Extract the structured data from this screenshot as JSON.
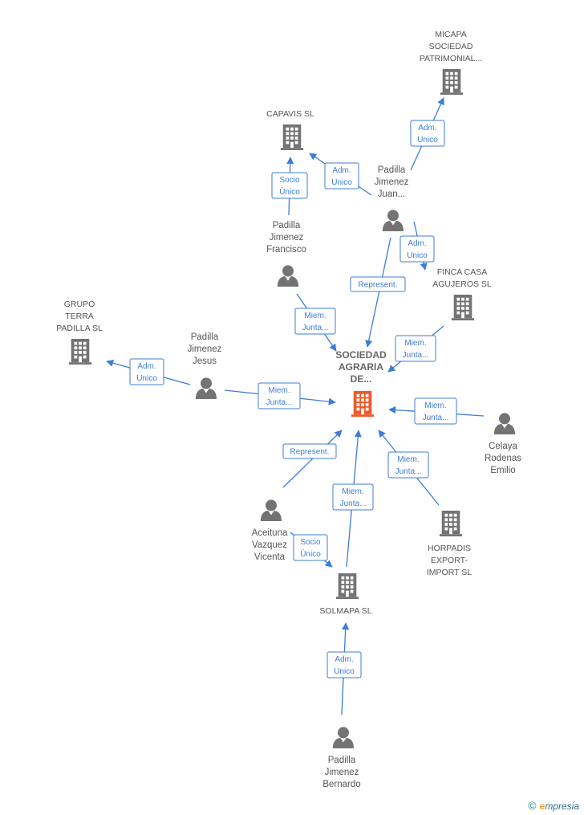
{
  "nodes": [
    {
      "id": "main",
      "type": "company",
      "main": true,
      "lines": [
        "SOCIEDAD",
        "AGRARIA",
        "DE..."
      ]
    },
    {
      "id": "micapa",
      "type": "company",
      "lines": [
        "MICAPA",
        "SOCIEDAD",
        "PATRIMONIAL..."
      ]
    },
    {
      "id": "capavis",
      "type": "company",
      "lines": [
        "CAPAVIS  SL"
      ]
    },
    {
      "id": "juan",
      "type": "person",
      "lines": [
        "Padilla",
        "Jimenez",
        "Juan..."
      ]
    },
    {
      "id": "francisco",
      "type": "person",
      "lines": [
        "Padilla",
        "Jimenez",
        "Francisco"
      ]
    },
    {
      "id": "finca",
      "type": "company",
      "lines": [
        "FINCA CASA",
        "AGUJEROS  SL"
      ]
    },
    {
      "id": "grupo",
      "type": "company",
      "lines": [
        "GRUPO",
        "TERRA",
        "PADILLA  SL"
      ]
    },
    {
      "id": "jesus",
      "type": "person",
      "lines": [
        "Padilla",
        "Jimenez",
        "Jesus"
      ]
    },
    {
      "id": "celaya",
      "type": "person",
      "lines": [
        "Celaya",
        "Rodenas",
        "Emilio"
      ]
    },
    {
      "id": "aceituna",
      "type": "person",
      "lines": [
        "Aceituna",
        "Vazquez",
        "Vicenta"
      ]
    },
    {
      "id": "horpadis",
      "type": "company",
      "lines": [
        "HORPADIS",
        "EXPORT-",
        "IMPORT SL"
      ]
    },
    {
      "id": "solmapa",
      "type": "company",
      "lines": [
        "SOLMAPA SL"
      ]
    },
    {
      "id": "bernardo",
      "type": "person",
      "lines": [
        "Padilla",
        "Jimenez",
        "Bernardo"
      ]
    }
  ],
  "edges": [
    {
      "id": "e1",
      "lines": [
        "Adm.",
        "Unico"
      ]
    },
    {
      "id": "e2",
      "lines": [
        "Adm.",
        "Unico"
      ]
    },
    {
      "id": "e3",
      "lines": [
        "Socio",
        "Único"
      ]
    },
    {
      "id": "e4",
      "lines": [
        "Adm.",
        "Unico"
      ]
    },
    {
      "id": "e5",
      "lines": [
        "Represent."
      ]
    },
    {
      "id": "e6",
      "lines": [
        "Miem.",
        "Junta..."
      ]
    },
    {
      "id": "e7",
      "lines": [
        "Miem.",
        "Junta..."
      ]
    },
    {
      "id": "e8",
      "lines": [
        "Adm.",
        "Unico"
      ]
    },
    {
      "id": "e9",
      "lines": [
        "Miem.",
        "Junta..."
      ]
    },
    {
      "id": "e10",
      "lines": [
        "Miem.",
        "Junta..."
      ]
    },
    {
      "id": "e11",
      "lines": [
        "Represent."
      ]
    },
    {
      "id": "e12",
      "lines": [
        "Miem.",
        "Junta..."
      ]
    },
    {
      "id": "e13",
      "lines": [
        "Miem.",
        "Junta..."
      ]
    },
    {
      "id": "e14",
      "lines": [
        "Socio",
        "Único"
      ]
    },
    {
      "id": "e15",
      "lines": [
        "Adm.",
        "Unico"
      ]
    }
  ],
  "colors": {
    "accent": "#3b7dd8",
    "main_node": "#f05a28",
    "node": "#737373"
  },
  "footer": {
    "copyright": "©",
    "brand_initial": "e",
    "brand_rest": "mpresia"
  }
}
